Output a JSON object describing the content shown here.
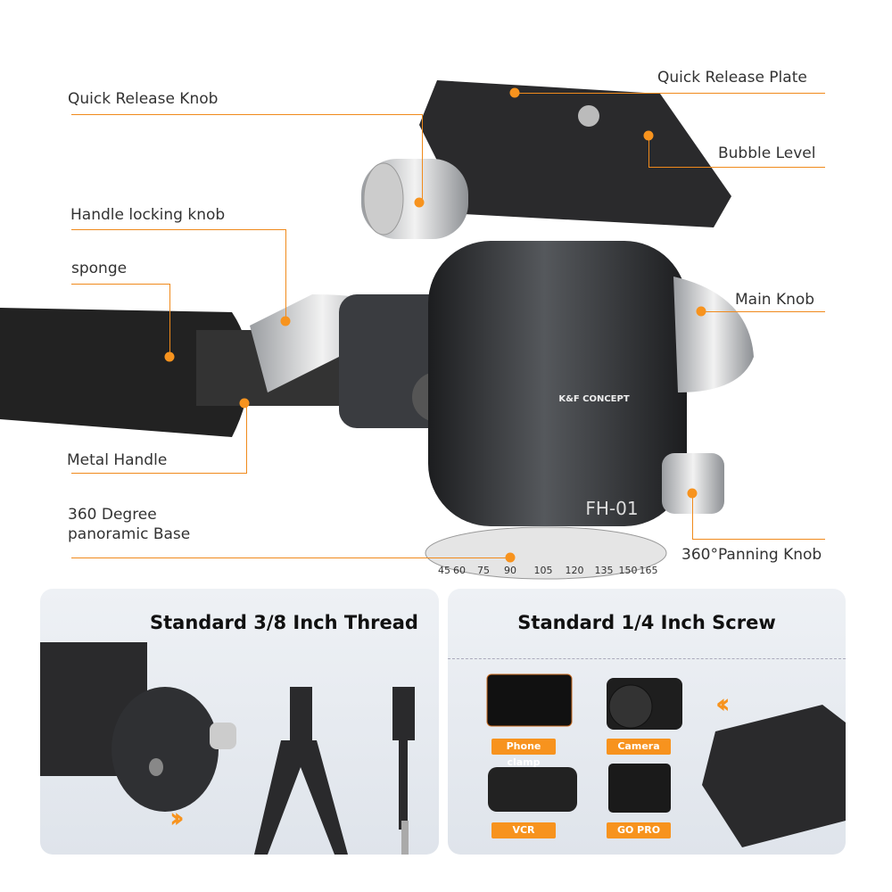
{
  "callouts": {
    "quick_release_knob": "Quick Release Knob",
    "quick_release_plate": "Quick Release Plate",
    "bubble_level": "Bubble Level",
    "handle_locking_knob": "Handle locking knob",
    "sponge": "sponge",
    "main_knob": "Main Knob",
    "metal_handle": "Metal Handle",
    "panoramic_base_line1": "360 Degree",
    "panoramic_base_line2": "panoramic Base",
    "panning_knob": "360°Panning Knob"
  },
  "product": {
    "brand": "K&F CONCEPT",
    "model": "FH-01",
    "scale": [
      "45",
      "60",
      "75",
      "90",
      "105",
      "120",
      "135",
      "150",
      "165"
    ]
  },
  "panel_left": {
    "title": "Standard 3/8 Inch Thread"
  },
  "panel_right": {
    "title": "Standard 1/4 Inch Screw",
    "devices": [
      {
        "label": "Phone clamp"
      },
      {
        "label": "Camera"
      },
      {
        "label": "VCR"
      },
      {
        "label": "GO PRO"
      }
    ]
  },
  "colors": {
    "accent": "#f7931e",
    "body": "#2b2d30"
  }
}
